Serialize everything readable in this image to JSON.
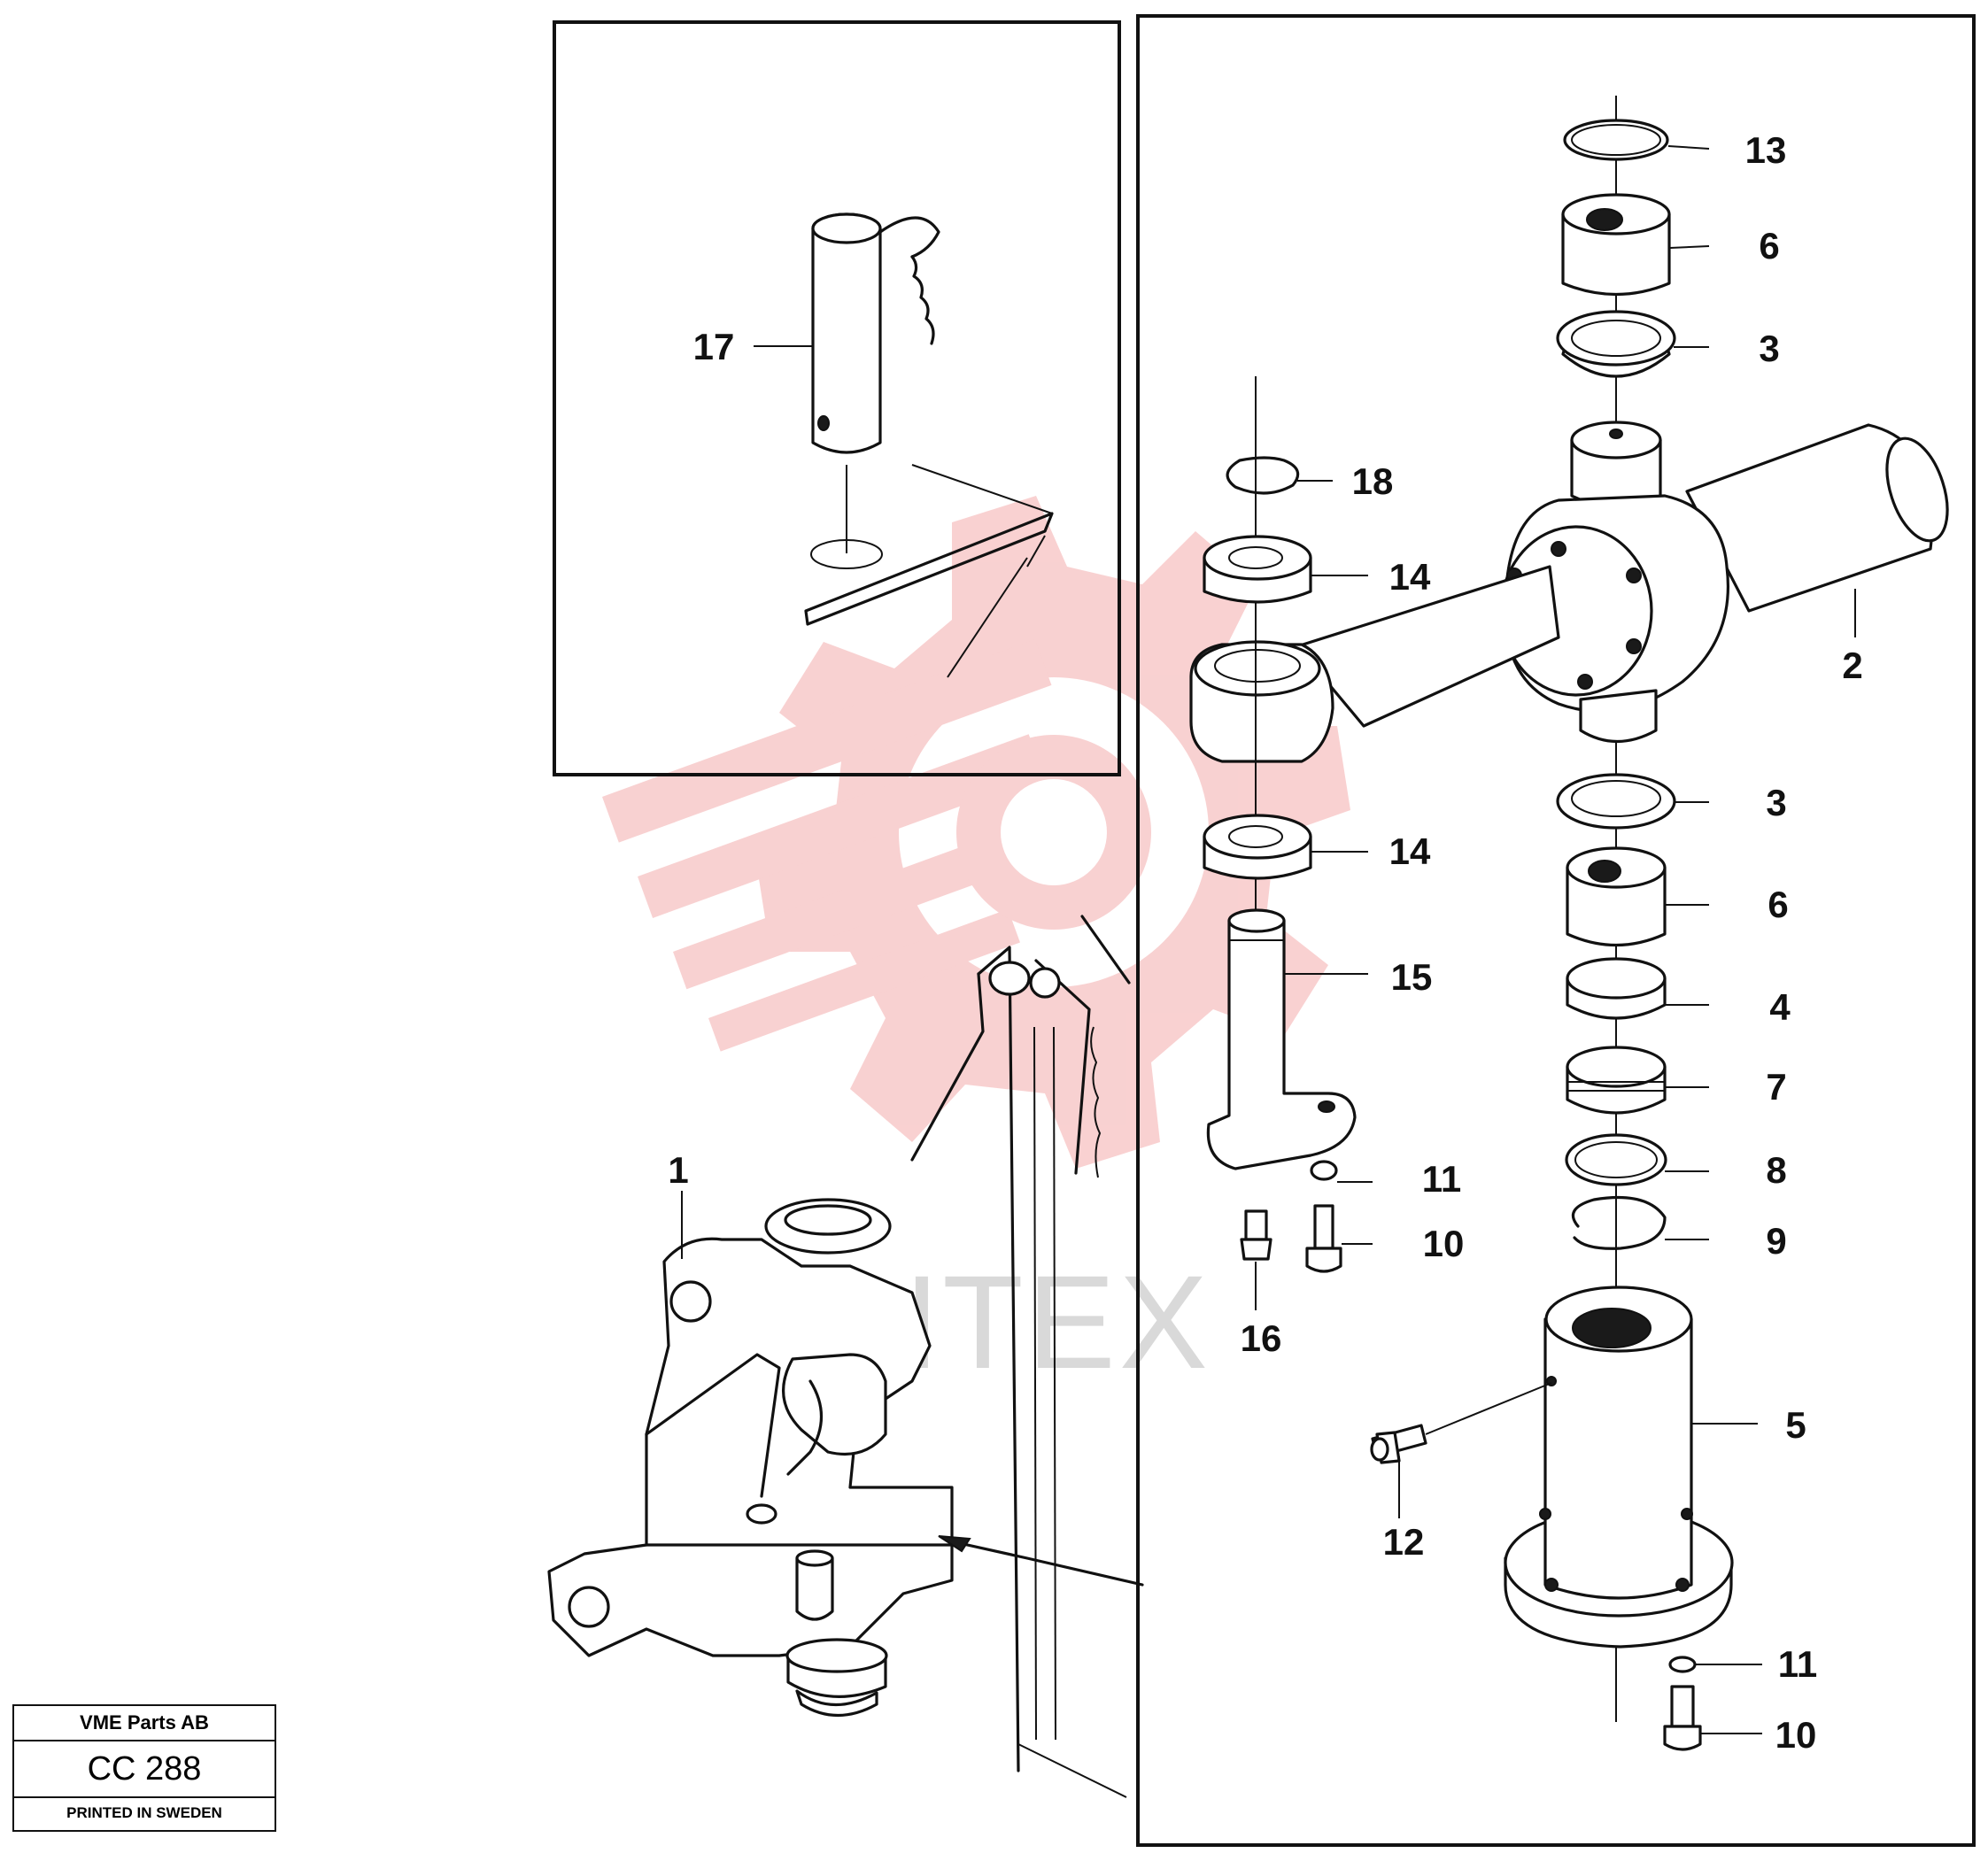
{
  "document": {
    "type": "exploded parts diagram"
  },
  "watermark": {
    "text": "ИНТЕХ",
    "color": "#f4b4b4"
  },
  "title_block": {
    "company": "VME Parts AB",
    "code": "CC 288",
    "printed": "PRINTED IN SWEDEN"
  },
  "callouts": {
    "c1": "1",
    "c2": "2",
    "c3a": "3",
    "c3b": "3",
    "c4": "4",
    "c5": "5",
    "c6a": "6",
    "c6b": "6",
    "c7": "7",
    "c8": "8",
    "c9": "9",
    "c10a": "10",
    "c10b": "10",
    "c11a": "11",
    "c11b": "11",
    "c12": "12",
    "c13": "13",
    "c14a": "14",
    "c14b": "14",
    "c15": "15",
    "c16": "16",
    "c17": "17",
    "c18": "18"
  }
}
